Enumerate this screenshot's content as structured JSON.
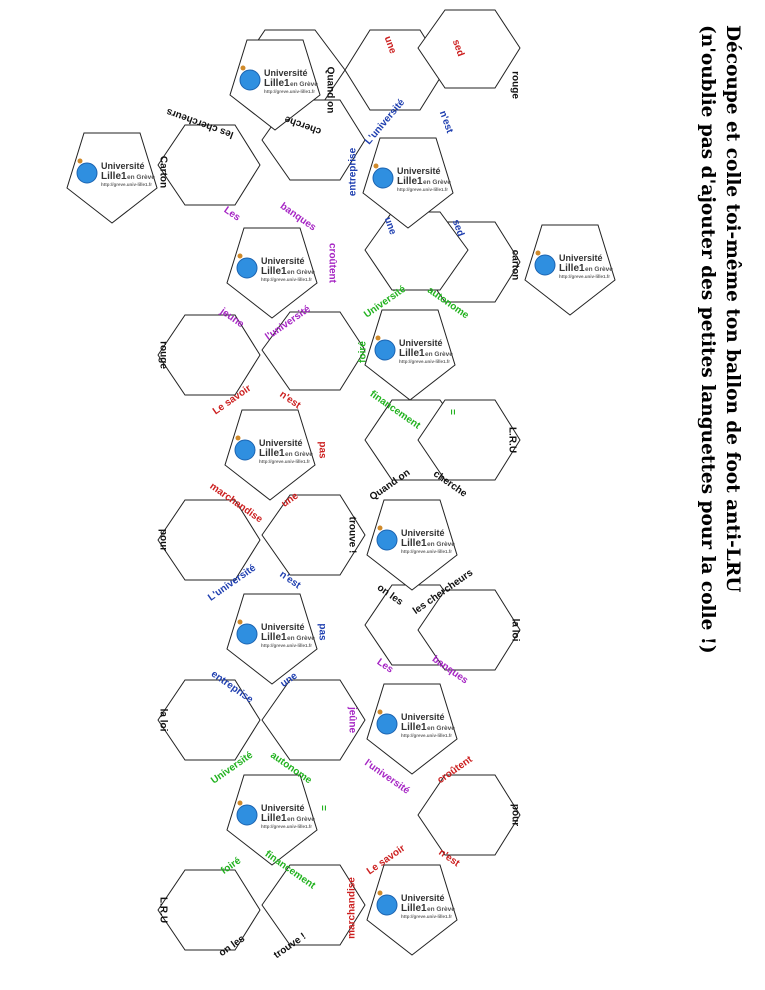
{
  "title": {
    "line1": "Découpe et colle toi-même ton ballon de foot anti-LRU",
    "line2": "(n'oublie pas d'ajouter des petites languettes pour la colle !)"
  },
  "logo": {
    "text1": "Université",
    "text2": "Lille1",
    "text3": "en Grève",
    "url": "http://greve.univ-lille1.fr"
  },
  "colors": {
    "red": "#cc1f1f",
    "blue": "#1f3fb0",
    "green": "#22b21f",
    "purple": "#a626c4",
    "black": "#111111"
  },
  "words": [
    {
      "id": "w1",
      "text": "sed",
      "color": "red"
    },
    {
      "id": "w2",
      "text": "une",
      "color": "red"
    },
    {
      "id": "w3",
      "text": "rouge",
      "color": "black"
    },
    {
      "id": "w4",
      "text": "Quand on",
      "color": "black"
    },
    {
      "id": "w5",
      "text": "n'est",
      "color": "blue"
    },
    {
      "id": "w6",
      "text": "L'université",
      "color": "blue"
    },
    {
      "id": "w7",
      "text": "les chercheurs",
      "color": "black"
    },
    {
      "id": "w8",
      "text": "cherche",
      "color": "black"
    },
    {
      "id": "w9",
      "text": "Carton",
      "color": "black"
    },
    {
      "id": "w10",
      "text": "entreprise",
      "color": "blue"
    },
    {
      "id": "w11",
      "text": "Les",
      "color": "purple"
    },
    {
      "id": "w12",
      "text": "banques",
      "color": "purple"
    },
    {
      "id": "w13",
      "text": "sed",
      "color": "blue"
    },
    {
      "id": "w14",
      "text": "une",
      "color": "blue"
    },
    {
      "id": "w15",
      "text": "croûtent",
      "color": "purple"
    },
    {
      "id": "w16",
      "text": "carton",
      "color": "black"
    },
    {
      "id": "w17",
      "text": "Université",
      "color": "green"
    },
    {
      "id": "w18",
      "text": "autonome",
      "color": "green"
    },
    {
      "id": "w19",
      "text": "jeune",
      "color": "purple"
    },
    {
      "id": "w20",
      "text": "l'université",
      "color": "purple"
    },
    {
      "id": "w21",
      "text": "rouge",
      "color": "black"
    },
    {
      "id": "w22",
      "text": "foiré",
      "color": "green"
    },
    {
      "id": "w23",
      "text": "Le savoir",
      "color": "red"
    },
    {
      "id": "w24",
      "text": "n'est",
      "color": "red"
    },
    {
      "id": "w25",
      "text": "financement",
      "color": "green"
    },
    {
      "id": "w26",
      "text": "=",
      "color": "green"
    },
    {
      "id": "w27",
      "text": "L.R.U",
      "color": "black"
    },
    {
      "id": "w28",
      "text": "pas",
      "color": "red"
    },
    {
      "id": "w29",
      "text": "Quand on",
      "color": "black"
    },
    {
      "id": "w30",
      "text": "cherche",
      "color": "black"
    },
    {
      "id": "w31",
      "text": "marchandise",
      "color": "red"
    },
    {
      "id": "w32",
      "text": "une",
      "color": "red"
    },
    {
      "id": "w33",
      "text": "pour",
      "color": "black"
    },
    {
      "id": "w34",
      "text": "trouve !",
      "color": "black"
    },
    {
      "id": "w35",
      "text": "L'université",
      "color": "blue"
    },
    {
      "id": "w36",
      "text": "n'est",
      "color": "blue"
    },
    {
      "id": "w37",
      "text": "on les",
      "color": "black"
    },
    {
      "id": "w38",
      "text": "les chercheurs",
      "color": "black"
    },
    {
      "id": "w39",
      "text": "pas",
      "color": "blue"
    },
    {
      "id": "w40",
      "text": "la loi",
      "color": "black"
    },
    {
      "id": "w41",
      "text": "Les",
      "color": "purple"
    },
    {
      "id": "w42",
      "text": "banques",
      "color": "purple"
    },
    {
      "id": "w43",
      "text": "entreprise",
      "color": "blue"
    },
    {
      "id": "w44",
      "text": "une",
      "color": "blue"
    },
    {
      "id": "w45",
      "text": "la loi",
      "color": "black"
    },
    {
      "id": "w46",
      "text": "jeûne",
      "color": "purple"
    },
    {
      "id": "w47",
      "text": "Université",
      "color": "green"
    },
    {
      "id": "w48",
      "text": "autonome",
      "color": "green"
    },
    {
      "id": "w49",
      "text": "l'université",
      "color": "purple"
    },
    {
      "id": "w50",
      "text": "croûtent",
      "color": "red"
    },
    {
      "id": "w51",
      "text": "=",
      "color": "green"
    },
    {
      "id": "w52",
      "text": "pour",
      "color": "black"
    },
    {
      "id": "w53",
      "text": "financement",
      "color": "green"
    },
    {
      "id": "w54",
      "text": "Le savoir",
      "color": "red"
    },
    {
      "id": "w55",
      "text": "n'est",
      "color": "red"
    },
    {
      "id": "w56",
      "text": "foiré",
      "color": "green"
    },
    {
      "id": "w57",
      "text": "L.R.U",
      "color": "black"
    },
    {
      "id": "w58",
      "text": "marchandise",
      "color": "red"
    },
    {
      "id": "w59",
      "text": "on les",
      "color": "black"
    },
    {
      "id": "w60",
      "text": "trouve !",
      "color": "black"
    }
  ]
}
